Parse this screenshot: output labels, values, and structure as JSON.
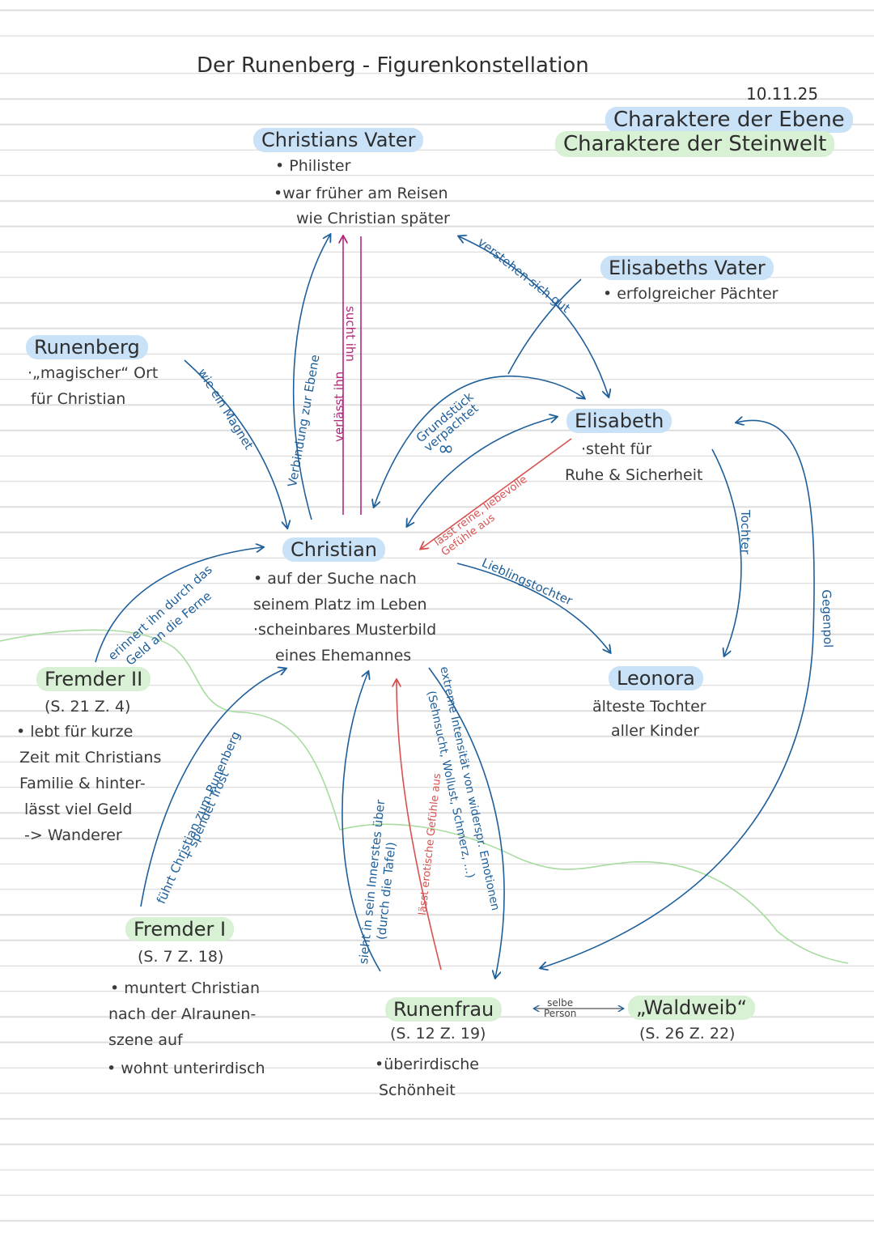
{
  "title": "Der Runenberg - Figurenkonstellation",
  "date": "10.11.25",
  "legend": {
    "blue": "Charaktere der Ebene",
    "green": "Charaktere der Steinwelt"
  },
  "colors": {
    "plain_world": "#c9e2f8",
    "stone_world": "#d8f0d3",
    "arrow_blue": "#1e5f9a",
    "arrow_pink": "#b3287a",
    "arrow_red": "#d85050",
    "divider_green": "#a8dca0"
  },
  "characters": {
    "vater": {
      "name": "Christians Vater",
      "notes": [
        "• Philister",
        "•war früher am Reisen",
        "wie Christian später"
      ]
    },
    "elis_vater": {
      "name": "Elisabeths Vater",
      "notes": [
        "• erfolgreicher Pächter"
      ]
    },
    "runenberg": {
      "name": "Runenberg",
      "notes": [
        "·„magischer“ Ort",
        "für Christian"
      ]
    },
    "elisabeth": {
      "name": "Elisabeth",
      "notes": [
        "·steht für",
        "Ruhe & Sicherheit"
      ]
    },
    "christian": {
      "name": "Christian",
      "notes": [
        "• auf der Suche nach",
        "seinem Platz im Leben",
        "·scheinbares Musterbild",
        "eines Ehemannes"
      ]
    },
    "fremder2": {
      "name": "Fremder II",
      "notes": [
        "(S. 21 Z. 4)",
        "• lebt für kurze",
        "Zeit mit Christians",
        "Familie & hinter-",
        "lässt viel Geld",
        "-> Wanderer"
      ]
    },
    "leonora": {
      "name": "Leonora",
      "notes": [
        "älteste Tochter",
        "aller Kinder"
      ]
    },
    "fremder1": {
      "name": "Fremder I",
      "notes": [
        "(S. 7 Z. 18)",
        "• muntert Christian",
        "nach der Alraunen-",
        "szene auf",
        "• wohnt unterirdisch"
      ]
    },
    "runenfrau": {
      "name": "Runenfrau",
      "notes": [
        "(S. 12 Z. 19)",
        "•überirdische",
        "Schönheit"
      ]
    },
    "waldweib": {
      "name": "„Waldweib“",
      "notes": [
        "(S. 26 Z. 22)"
      ]
    }
  },
  "relations": {
    "verstehen": "verstehen sich gut",
    "verbindung": "Verbindung zur Ebene",
    "sucht": "sucht ihn",
    "verlaesst": "verlässt ihn",
    "magnet": "wie ein Magnet",
    "grundstueck": "Grundstück verpachtet",
    "rings": "∞",
    "liebevolle": "lässt reine, liebevolle Gefühle aus",
    "tochter": "Tochter",
    "gegenpol": "Gegenpol",
    "lieblingstochter": "Lieblingstochter",
    "erinnert1": "erinnert ihn durch das",
    "erinnert2": "Geld an die Ferne",
    "fuehrt1": "führt Christian zum Runenberg",
    "fuehrt2": "+ spendet Trost",
    "sieht1": "sieht in sein Innerstes über",
    "sieht2": "(durch die Tafel)",
    "erotisch": "lässt erotische Gefühle aus",
    "extreme1": "extreme Intensität von widerspr. Emotionen",
    "extreme2": "(Sehnsucht, Wollust, Schmerz, ...)",
    "selbe1": "selbe",
    "selbe2": "Person"
  }
}
